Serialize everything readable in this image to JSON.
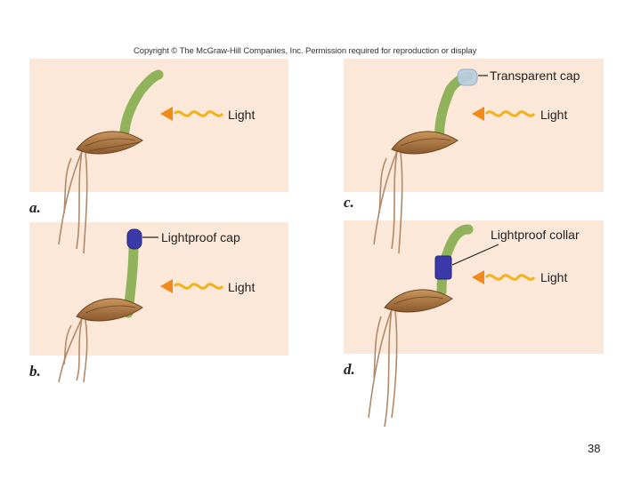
{
  "copyright": "Copyright © The McGraw-Hill Companies, Inc. Permission required for reproduction or display",
  "panels": {
    "a": {
      "letter": "a.",
      "light": "Light"
    },
    "b": {
      "letter": "b.",
      "light": "Light",
      "cap": "Lightproof cap"
    },
    "c": {
      "letter": "c.",
      "light": "Light",
      "cap": "Transparent cap"
    },
    "d": {
      "letter": "d.",
      "light": "Light",
      "collar": "Lightproof collar"
    }
  },
  "colors": {
    "panel_bg": "#fbe8d8",
    "shoot": "#8fb25a",
    "seed": "#b07a45",
    "root": "#b08a6a",
    "lightproof": "#3b3aa8",
    "transparent_cap": "#b9cfe3",
    "arrow": "#f08a1a",
    "wave": "#f2b21a"
  },
  "page_number": "38"
}
